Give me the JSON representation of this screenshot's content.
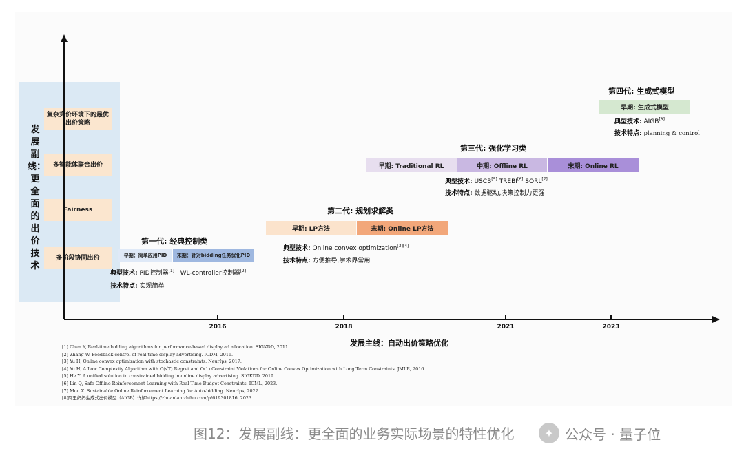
{
  "side_axis": {
    "title": "发展副线：更全面的出价技术",
    "items": [
      "复杂竞价环境下的最优出价策略",
      "多智能体联合出价",
      "Fairness",
      "多阶段协同出价"
    ]
  },
  "main_axis": {
    "label": "发展主线：自动出价策略优化",
    "ticks": [
      "2016",
      "2018",
      "2021",
      "2023"
    ]
  },
  "generations": [
    {
      "title": "第一代: 经典控制类",
      "phases": [
        "早期：简单应用PID",
        "末期：针对bidding任务优化PID"
      ],
      "tech_label": "典型技术:",
      "tech": "PID控制器",
      "tech_ref": "[1]",
      "tech2": "WL-controller控制器",
      "tech2_ref": "[2]",
      "feature_label": "技术特点:",
      "feature": "实现简单"
    },
    {
      "title": "第二代: 规划求解类",
      "phases": [
        "早期: LP方法",
        "末期: Online LP方法"
      ],
      "tech_label": "典型技术:",
      "tech": "Online convex optimization",
      "tech_ref": "[3][4]",
      "feature_label": "技术特点:",
      "feature": "方便推导,学术界常用"
    },
    {
      "title": "第三代: 强化学习类",
      "phases": [
        "早期: Traditional RL",
        "中期: Offline RL",
        "末期: Online RL"
      ],
      "tech_label": "典型技术:",
      "tech": "USCB",
      "tech_ref": "[5]",
      "tech2": "TREBI",
      "tech2_ref": "[6]",
      "tech3": "SORL",
      "tech3_ref": "[7]",
      "feature_label": "技术特点:",
      "feature": "数据驱动,决策控制力更强"
    },
    {
      "title": "第四代: 生成式模型",
      "phases": [
        "早期: 生成式模型"
      ],
      "tech_label": "典型技术:",
      "tech": "AIGB",
      "tech_ref": "[8]",
      "feature_label": "技术特点:",
      "feature": "planning & control"
    }
  ],
  "references": [
    "[1] Chen Y, Real-time bidding algorithms for performance-based display ad allocation. SIGKDD, 2011.",
    "[2] Zhang W. Feedback control of real-time display advertising. ICDM, 2016.",
    "[3] Yu H, Online convex optimization with stochastic constraints. NeurIps, 2017.",
    "[4] Yu H, A Low Complexity Algorithm with O(√T) Regret and O(1) Constraint Violations for Online Convex Optimization with Long Term Constraints. JMLR, 2016.",
    "[5] He Y. A unified solution to constrained bidding in online display advertising. SIGKDD, 2019.",
    "[6] Lin Q, Safe Offline Reinforcement Learning with Real-Time Budget Constraints. ICML, 2023.",
    "[7] Mou Z. Sustainable Online Reinforcement Learning for Auto-bidding. NeurIps, 2022.",
    "[8]阿里妈妈生成式出价模型（AIGB）详解https://zhuanlan.zhihu.com/p/619301816, 2023"
  ],
  "caption": "图12：发展副线：更全面的业务实际场景的特性优化",
  "watermark": "公众号 · 量子位",
  "colors": {
    "side_panel": "#dbe9f4",
    "side_box": "#fbe6cf",
    "gen1_early": "#dfe9f7",
    "gen1_late": "#9fb8e0",
    "gen2_early": "#fbe3cc",
    "gen2_late": "#f2a77a",
    "gen3_early": "#e7deef",
    "gen3_mid": "#c9b8e2",
    "gen3_late": "#a98fd9",
    "gen4_early": "#d5e8d0"
  }
}
